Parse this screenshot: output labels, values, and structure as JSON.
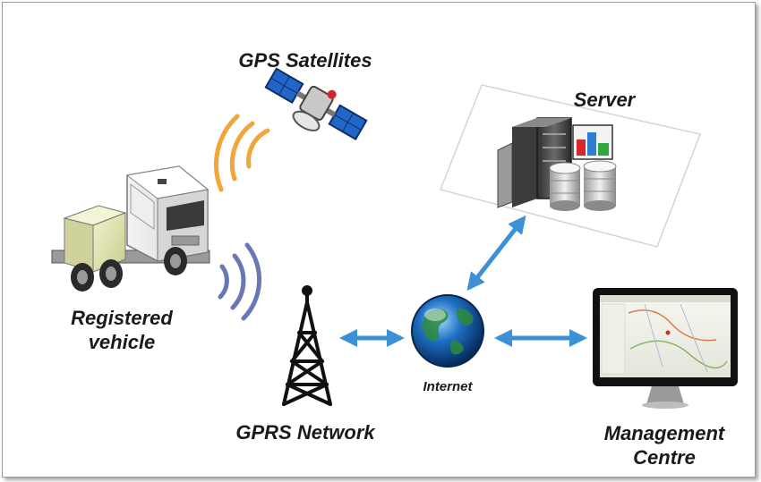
{
  "nodes": {
    "satellites": {
      "label": "GPS Satellites",
      "icon": "satellite-icon"
    },
    "server": {
      "label": "Server",
      "icon": "server-icon"
    },
    "vehicle": {
      "label_lines": [
        "Registered",
        "vehicle"
      ],
      "icon": "truck-icon"
    },
    "gprs": {
      "label": "GPRS Network",
      "icon": "antenna-tower-icon"
    },
    "internet": {
      "label": "Internet",
      "icon": "globe-icon"
    },
    "management": {
      "label_lines": [
        "Management",
        "Centre"
      ],
      "icon": "monitor-icon"
    }
  },
  "colors": {
    "arrow": "#3d8fd6",
    "signal_gps": "#f0a63a",
    "signal_vehicle": "#6a77b4",
    "label": "#1a1a1a"
  }
}
